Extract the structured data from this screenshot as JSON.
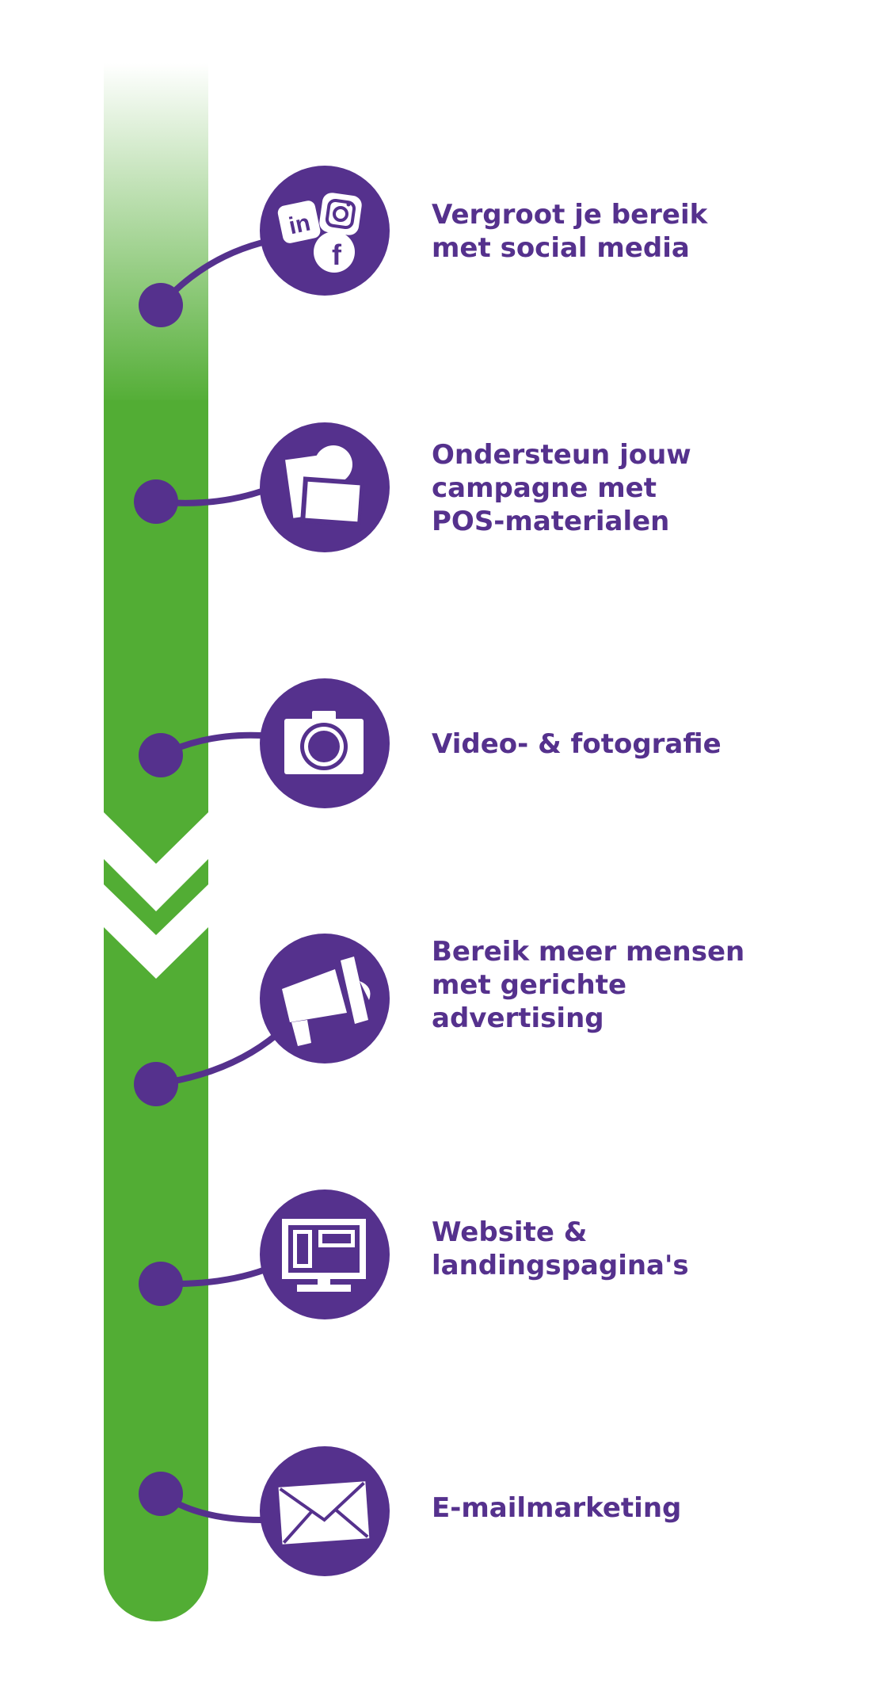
{
  "colors": {
    "track": "#52ad34",
    "track_fade": "#ffffff",
    "accent": "#55318d",
    "icon_fill": "#ffffff",
    "background": "#ffffff"
  },
  "steps": [
    {
      "label": "Vergroot je bereik\nmet social media",
      "icon": "social-media-icon"
    },
    {
      "label": "Ondersteun jouw\ncampagne met\nPOS-materialen",
      "icon": "pos-materials-icon"
    },
    {
      "label": "Video- & fotografie",
      "icon": "camera-icon"
    },
    {
      "label": "Bereik meer mensen\nmet gerichte\nadvertising",
      "icon": "megaphone-icon"
    },
    {
      "label": "Website &\nlandingspagina's",
      "icon": "website-monitor-icon"
    },
    {
      "label": "E-mailmarketing",
      "icon": "envelope-icon"
    }
  ]
}
